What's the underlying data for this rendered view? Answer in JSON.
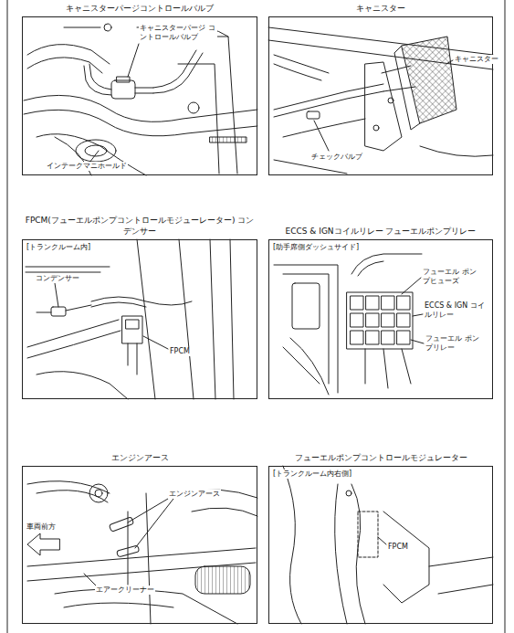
{
  "diagram": {
    "nodes": [
      {
        "text": [
          "キャニスターパージコントロールバルブ"
        ]
      },
      {
        "text": [
          "キャニスター"
        ]
      },
      {
        "text": [
          "FPCM(フューエルポンプコントロールモジューレーター) コンデンサー"
        ]
      },
      {
        "text": [
          "ECCS & IGNコイルリレー フューエルポンプリレー"
        ]
      },
      {
        "text": [
          "エンジンアース"
        ]
      },
      {
        "text": [
          "フューエルポンプコントロールモジュレーター"
        ]
      }
    ],
    "labels": [
      "キャニスターパージ コントロールバルブ",
      "インテークマニホールド",
      "キャニスター",
      "チェックバルブ",
      "[トランクルーム内]",
      "コンデンサー",
      "FPCM",
      "[助手席側ダッシュサイド]",
      "フューエル ポンプヒューズ",
      "ECCS & IGN コイルリレー",
      "フューエル ポンプリレー",
      "[トランクルーム内右側]",
      "FPCM",
      "エンジンアース",
      "車両前方",
      "エアークリーナー"
    ]
  }
}
